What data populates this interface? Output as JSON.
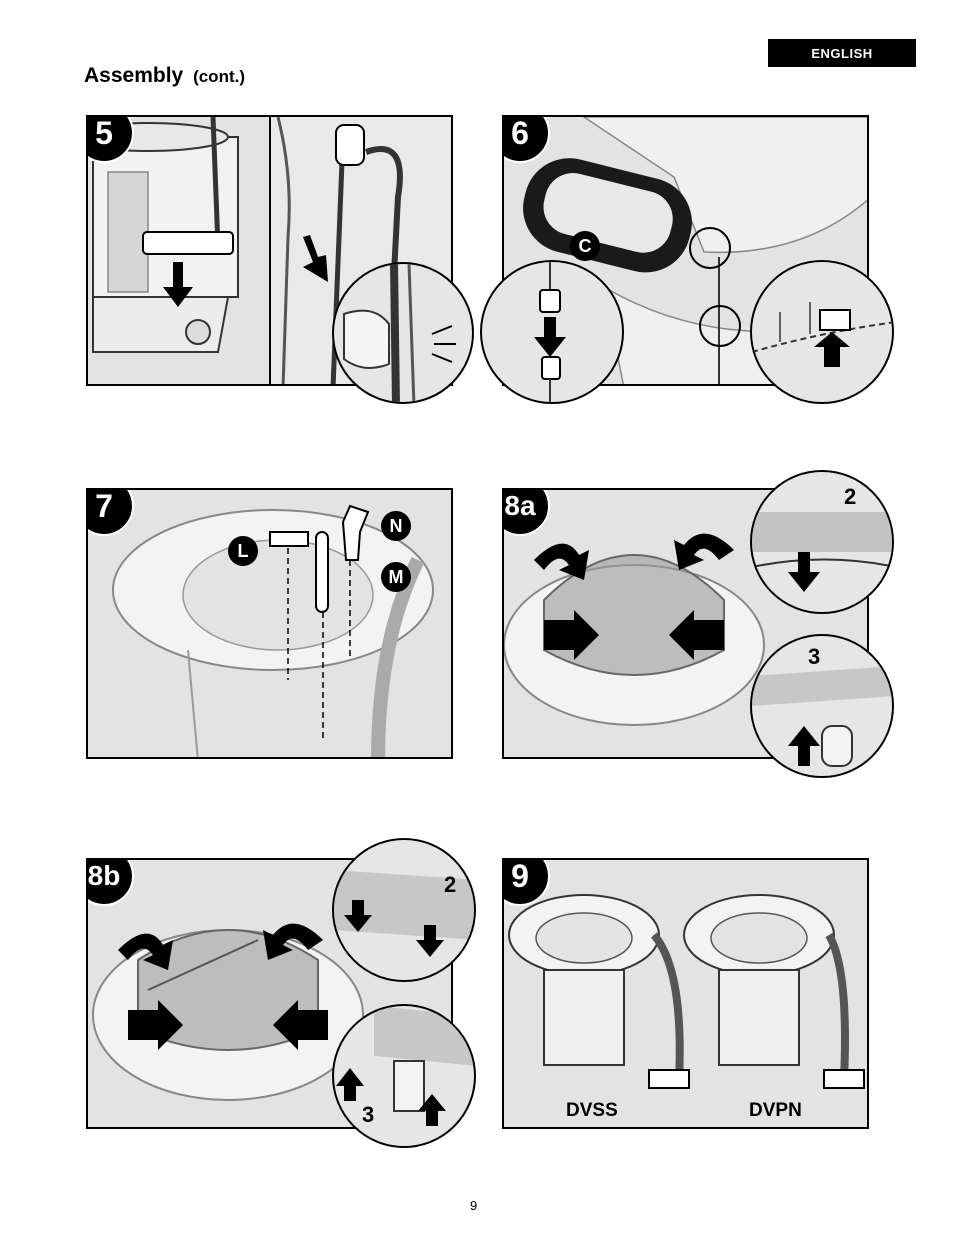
{
  "header": {
    "language": "ENGLISH",
    "title": "Assembly",
    "subtitle": "(cont.)"
  },
  "steps": {
    "s5": {
      "number": "5"
    },
    "s6": {
      "number": "6",
      "callout_letter": "C"
    },
    "s7": {
      "number": "7",
      "label_l": "L",
      "label_m": "M",
      "label_n": "N"
    },
    "s8a": {
      "number": "8a",
      "substep_2": "2",
      "substep_3": "3"
    },
    "s8b": {
      "number": "8b",
      "substep_2": "2",
      "substep_3": "3"
    },
    "s9": {
      "number": "9",
      "model_left": "DVSS",
      "model_right": "DVPN"
    }
  },
  "footer": {
    "page_number": "9"
  },
  "colors": {
    "panel_bg": "#e3e3e3",
    "ink": "#000000",
    "paper": "#ffffff",
    "lid_tint": "#9a9a9a"
  }
}
